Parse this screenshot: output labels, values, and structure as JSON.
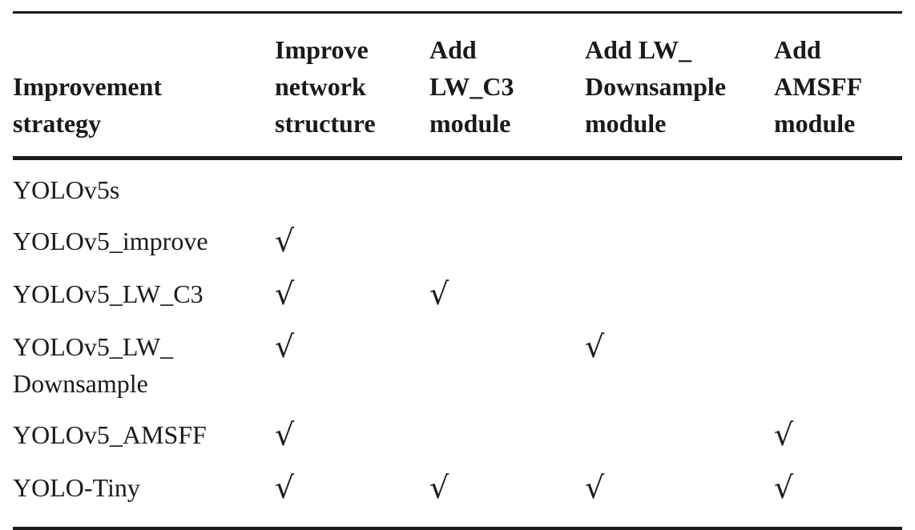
{
  "table": {
    "headers": [
      [
        "Improvement",
        "strategy"
      ],
      [
        "Improve",
        "network",
        "structure"
      ],
      [
        "Add",
        "LW_C3",
        "module"
      ],
      [
        "Add LW_",
        "Downsample",
        "module"
      ],
      [
        "Add",
        "AMSFF",
        "module"
      ]
    ],
    "check_symbol": "√",
    "rows": [
      {
        "name": [
          "YOLOv5s"
        ],
        "checks": [
          false,
          false,
          false,
          false
        ]
      },
      {
        "name": [
          "YOLOv5_improve"
        ],
        "checks": [
          true,
          false,
          false,
          false
        ]
      },
      {
        "name": [
          "YOLOv5_LW_C3"
        ],
        "checks": [
          true,
          true,
          false,
          false
        ]
      },
      {
        "name": [
          "YOLOv5_LW_",
          "Downsample"
        ],
        "checks": [
          true,
          false,
          true,
          false
        ]
      },
      {
        "name": [
          "YOLOv5_AMSFF"
        ],
        "checks": [
          true,
          false,
          false,
          true
        ]
      },
      {
        "name": [
          "YOLO-Tiny"
        ],
        "checks": [
          true,
          true,
          true,
          true
        ]
      }
    ]
  }
}
